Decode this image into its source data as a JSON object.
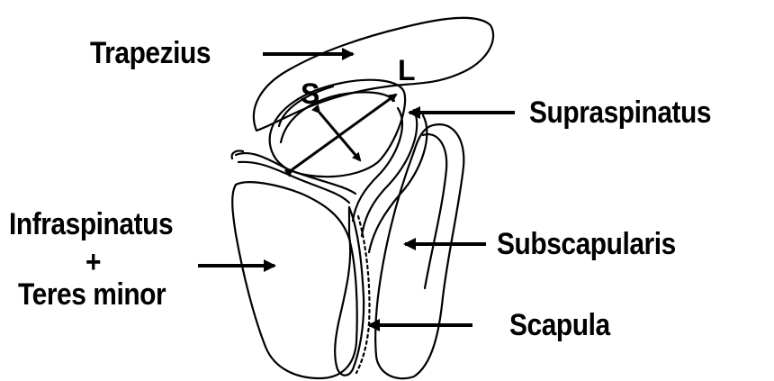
{
  "labels": {
    "trapezius": "Trapezius",
    "supraspinatus": "Supraspinatus",
    "infraspinatus": "Infraspinatus",
    "plus": "+",
    "teres_minor": "Teres minor",
    "subscapularis": "Subscapularis",
    "scapula": "Scapula"
  },
  "axes": {
    "short": "S",
    "long": "L"
  }
}
